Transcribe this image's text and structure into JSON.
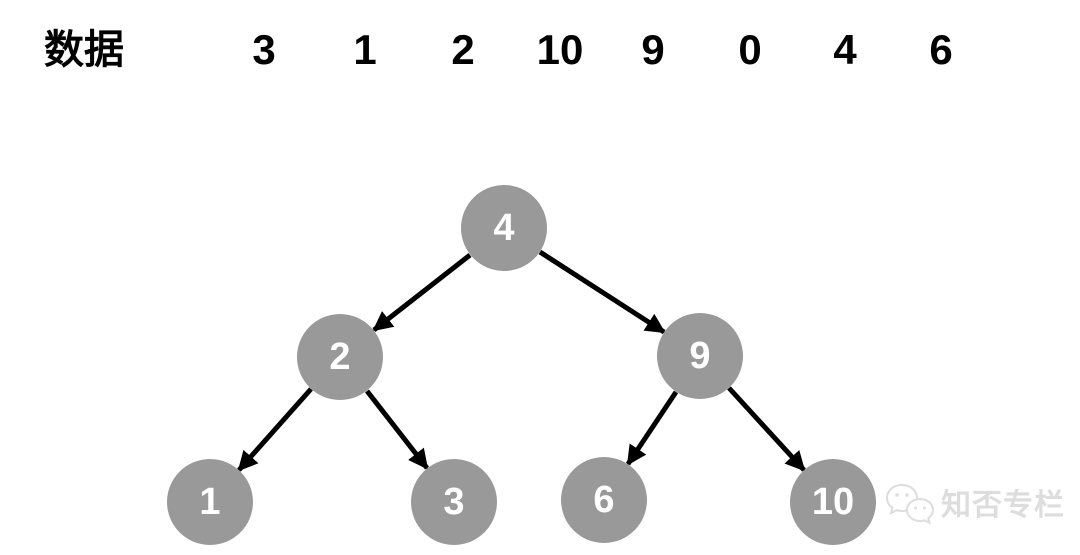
{
  "data_row": {
    "label": "数据",
    "values": [
      "3",
      "1",
      "2",
      "10",
      "9",
      "0",
      "4",
      "6"
    ]
  },
  "tree": {
    "type": "binary-search-tree",
    "nodes": [
      {
        "id": "root",
        "value": "4"
      },
      {
        "id": "left",
        "value": "2"
      },
      {
        "id": "right",
        "value": "9"
      },
      {
        "id": "left-left",
        "value": "1"
      },
      {
        "id": "left-right",
        "value": "3"
      },
      {
        "id": "right-left",
        "value": "6"
      },
      {
        "id": "right-right",
        "value": "10"
      }
    ],
    "edges": [
      {
        "from": "4",
        "to": "2"
      },
      {
        "from": "4",
        "to": "9"
      },
      {
        "from": "2",
        "to": "1"
      },
      {
        "from": "2",
        "to": "3"
      },
      {
        "from": "9",
        "to": "6"
      },
      {
        "from": "9",
        "to": "10"
      }
    ]
  },
  "watermark": {
    "text": "知否专栏",
    "icon": "wechat-chat-bubbles-icon"
  },
  "colors": {
    "background": "#ffffff",
    "node_fill": "#999999",
    "node_text": "#ffffff",
    "edge": "#000000",
    "data_text": "#000000",
    "watermark": "#dddddd"
  }
}
